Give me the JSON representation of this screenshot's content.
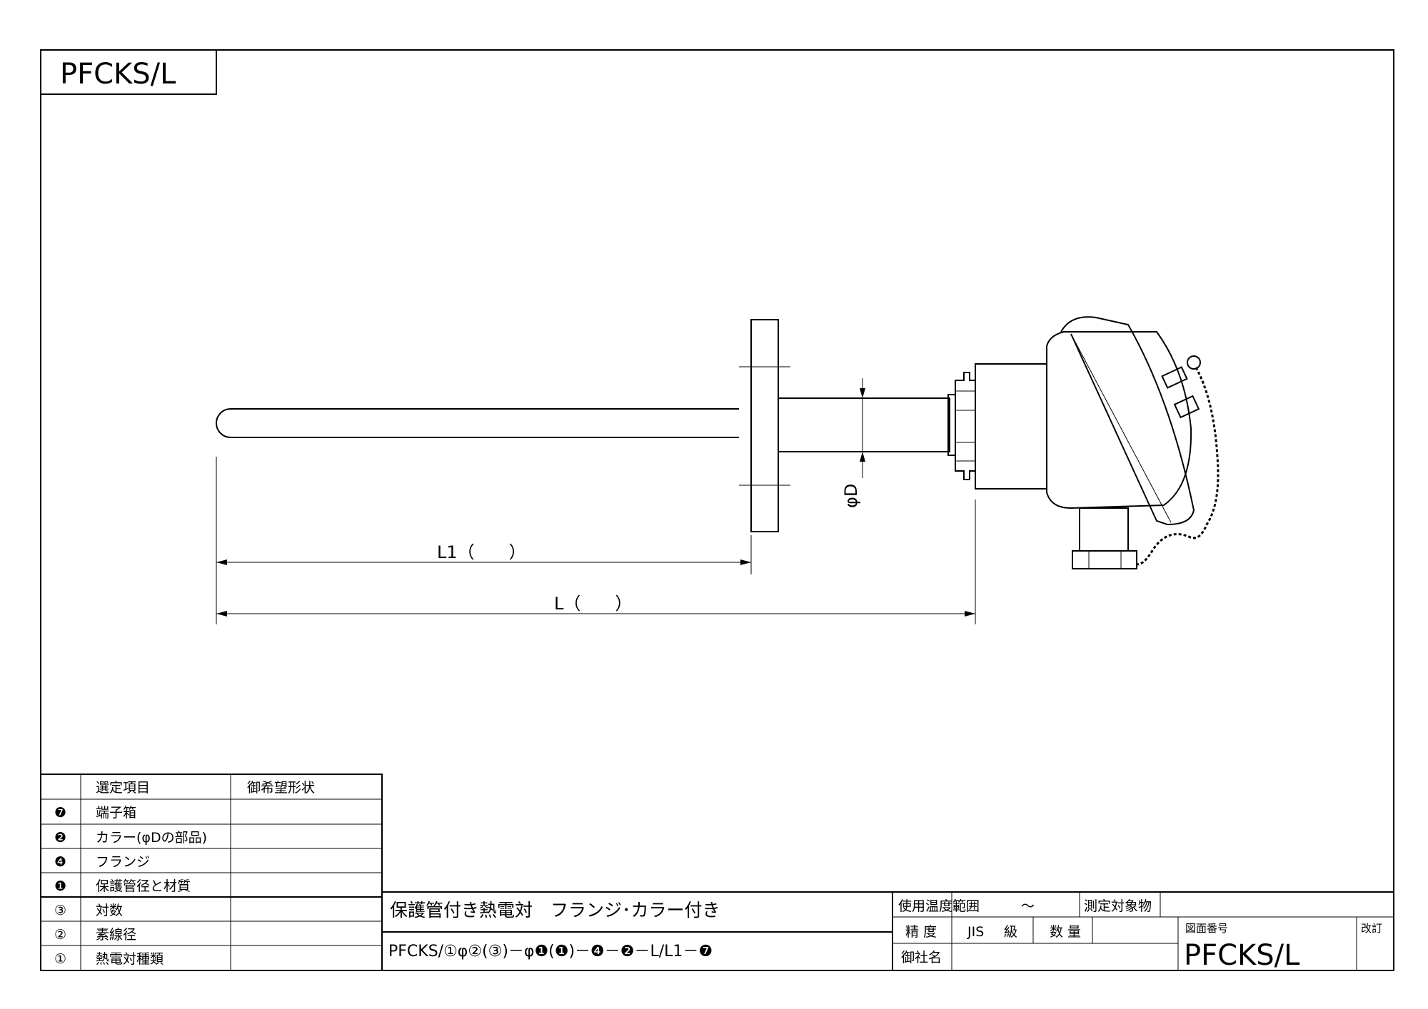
{
  "title_box": {
    "label": "PFCKS/L"
  },
  "dimensions": {
    "l1": "L1（　　）",
    "l": "L（　　）",
    "phi_d": "φD"
  },
  "selection_table": {
    "header": {
      "item": "選定項目",
      "desired": "御希望形状"
    },
    "rows": [
      {
        "mark": "❼",
        "item": "端子箱",
        "desired": ""
      },
      {
        "mark": "❷",
        "item": "カラー(φDの部品)",
        "desired": ""
      },
      {
        "mark": "❹",
        "item": "フランジ",
        "desired": ""
      },
      {
        "mark": "❶",
        "item": "保護管径と材質",
        "desired": ""
      },
      {
        "mark": "③",
        "item": "対数",
        "desired": ""
      },
      {
        "mark": "②",
        "item": "素線径",
        "desired": ""
      },
      {
        "mark": "①",
        "item": "熱電対種類",
        "desired": ""
      }
    ]
  },
  "title_block": {
    "product_name": "保護管付き熱電対　フランジ･カラー付き",
    "model_code": "PFCKS/①φ②(③)－φ❶(❶)－❹－❷－L/L1－❼",
    "temp_range_label": "使用温度範囲",
    "temp_range_value": "～",
    "measured_object_label": "測定対象物",
    "measured_object_value": "",
    "accuracy_label": "精 度",
    "accuracy_jis": "JIS",
    "accuracy_class": "級",
    "quantity_label": "数 量",
    "quantity_value": "",
    "customer_label": "御社名",
    "customer_value": "",
    "drawing_number_label": "図面番号",
    "drawing_number": "PFCKS/L",
    "revision_label": "改訂"
  }
}
